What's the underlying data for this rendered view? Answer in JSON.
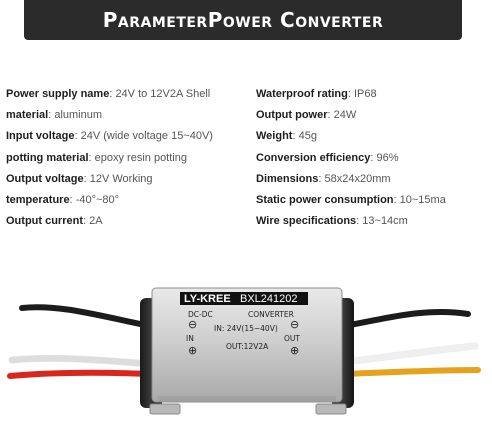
{
  "banner": {
    "title": "ParameterPower Converter"
  },
  "specs_left": [
    {
      "key": "Power supply name",
      "value": "24V to 12V2A Shell"
    },
    {
      "key": "material",
      "value": "aluminum"
    },
    {
      "key": "Input voltage",
      "value": "24V (wide voltage 15~40V)"
    },
    {
      "key": "potting material",
      "value": "epoxy resin potting"
    },
    {
      "key": "Output voltage",
      "value": "12V Working"
    },
    {
      "key": "temperature",
      "value": "-40°~80°"
    },
    {
      "key": "Output current",
      "value": "2A"
    }
  ],
  "specs_right": [
    {
      "key": "Waterproof rating",
      "value": "IP68"
    },
    {
      "key": "Output power",
      "value": "24W"
    },
    {
      "key": "Weight",
      "value": "45g"
    },
    {
      "key": "Conversion efficiency",
      "value": "96%"
    },
    {
      "key": "Dimensions",
      "value": "58x24x20mm"
    },
    {
      "key": "Static power consumption",
      "value": "10~15ma"
    },
    {
      "key": "Wire specifications",
      "value": "13~14cm"
    }
  ],
  "product": {
    "brand": "LY-KREE",
    "model": "BXL241202",
    "dc_dc": "DC-DC",
    "converter": "CONVERTER",
    "input_line": "IN: 24V(15~40V)",
    "output_line": "OUT:12V2A",
    "in_label": "IN",
    "out_label": "OUT",
    "minus_symbol": "⊖",
    "plus_symbol": "⊕",
    "wire_colors": {
      "black": "#1c1c1c",
      "white": "#efefef",
      "red": "#d8261e",
      "yellow": "#e6a21c"
    }
  }
}
